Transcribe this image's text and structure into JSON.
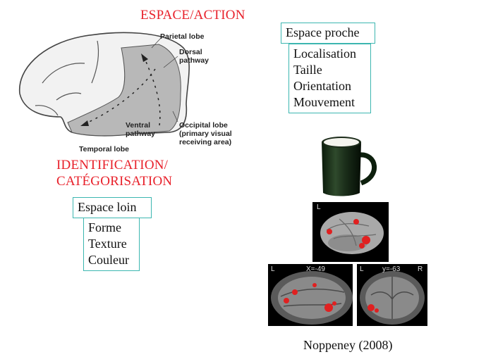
{
  "titles": {
    "espace_action": "ESPACE/ACTION",
    "identification": "IDENTIFICATION/",
    "categorisation": "CATÉGORISATION"
  },
  "espace_proche": {
    "label": "Espace proche",
    "items": [
      "Localisation",
      "Taille",
      "Orientation",
      "Mouvement"
    ]
  },
  "espace_loin": {
    "label": "Espace loin",
    "items": [
      "Forme",
      "Texture",
      "Couleur"
    ]
  },
  "brain_labels": {
    "parietal": "Parietal lobe",
    "dorsal_1": "Dorsal",
    "dorsal_2": "pathway",
    "ventral_1": "Ventral",
    "ventral_2": "pathway",
    "occipital_1": "Occipital lobe",
    "occipital_2": "(primary visual",
    "occipital_3": "receiving area)",
    "temporal": "Temporal lobe"
  },
  "fmri": {
    "top_left": "L",
    "bl_left": "L",
    "bl_coord": "X=-49",
    "br_left": "L",
    "br_coord": "y=-63",
    "br_right": "R"
  },
  "citation": "Noppeney (2008)",
  "colors": {
    "title_red": "#e8202a",
    "box_border": "#3cb6b0",
    "activation": "#e02020"
  }
}
